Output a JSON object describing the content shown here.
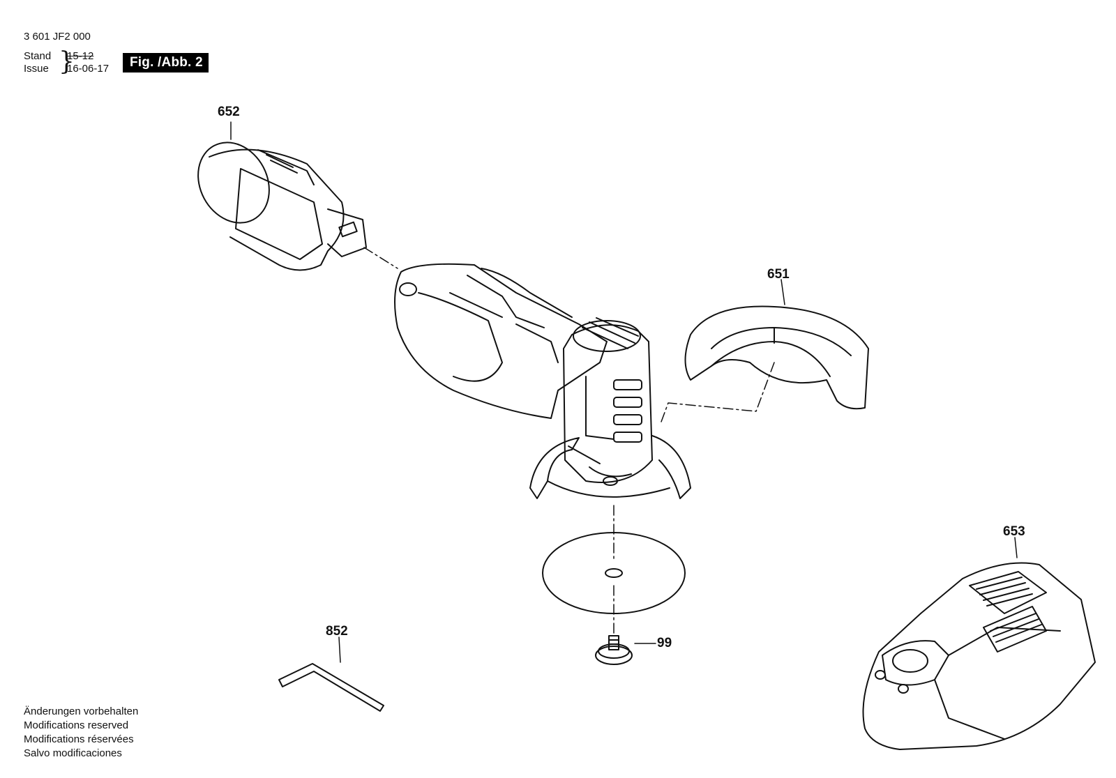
{
  "header": {
    "part_number": "3 601 JF2 000",
    "stand_label": "Stand",
    "issue_label": "Issue",
    "stand_date": "15-12",
    "issue_date": "16-06-17",
    "figure_label": "Fig. /Abb. 2"
  },
  "callouts": {
    "battery": "652",
    "guard": "651",
    "charger": "653",
    "hex_key": "852",
    "screw": "99"
  },
  "footer": {
    "line1": "Änderungen vorbehalten",
    "line2": "Modifications reserved",
    "line3": "Modifications réservées",
    "line4": "Salvo modificaciones"
  }
}
